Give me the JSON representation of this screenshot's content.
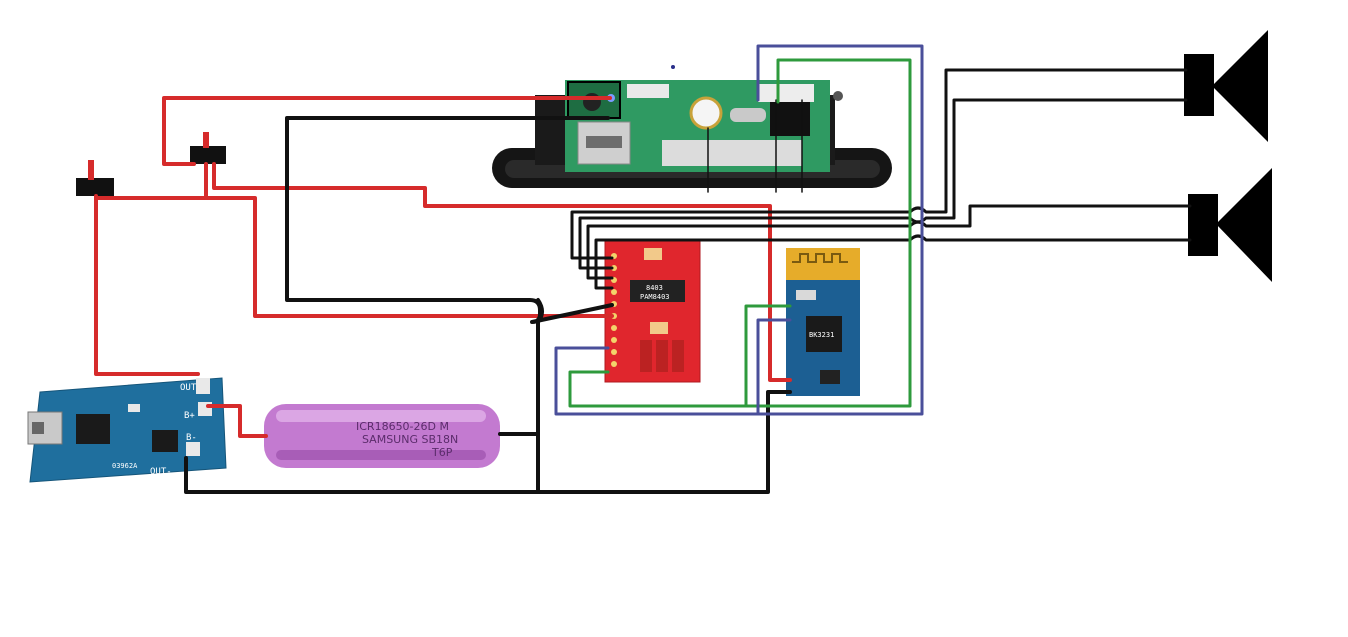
{
  "colors": {
    "red_wire": "#d62b2b",
    "black_wire": "#111111",
    "green_wire": "#2e9a3c",
    "blue_wire": "#4a4f9a",
    "charger_pcb": "#1f6f9e",
    "amp_pcb": "#e0262d",
    "mp3_pcb": "#2f9a62",
    "bt_pcb": "#1c5f93",
    "battery": "#c37ad0"
  },
  "battery": {
    "label_line1": "ICR18650-26D M",
    "label_line2": "SAMSUNG  SB18N",
    "label_line3": "T6P"
  },
  "charger": {
    "pin_out_plus": "OUT+",
    "pin_b_plus": "B+",
    "pin_b_minus": "B-",
    "pin_out_minus": "OUT-",
    "chip_label": "03962A"
  },
  "amplifier": {
    "chip_label_line1": "8403",
    "chip_label_line2": "PAM8403"
  },
  "bluetooth": {
    "chip_label": "BK3231"
  },
  "icons": [
    "speaker-icon",
    "switch-icon",
    "usb-port-icon",
    "micro-usb-icon",
    "ir-receiver-icon"
  ]
}
